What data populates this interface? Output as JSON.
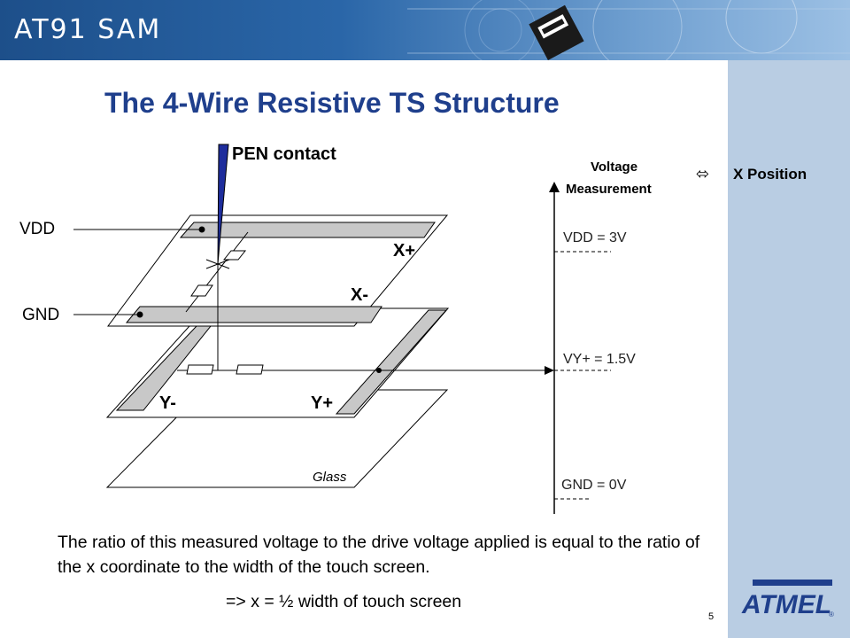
{
  "header": {
    "brand": "AT91 SAM"
  },
  "slide": {
    "title": "The 4-Wire Resistive TS Structure",
    "page_number": "5",
    "logo_text": "ATMEL"
  },
  "diagram": {
    "pen_label": "PEN contact",
    "vdd_label": "VDD",
    "gnd_label": "GND",
    "xplus": "X+",
    "xminus": "X-",
    "yminus": "Y-",
    "yplus": "Y+",
    "glass": "Glass",
    "voltage_title_1": "Voltage",
    "voltage_title_2": "Measurement",
    "arrow_symbol": "⬄",
    "position_label": "X Position",
    "vdd_level": "VDD = 3V",
    "vy_level": "VY+ = 1.5V",
    "gnd_level": "GND = 0V"
  },
  "text": {
    "paragraph": "The ratio of this measured voltage to the drive voltage applied is equal to the ratio of the x coordinate to the width of the touch screen.",
    "formula": "=> x = ½ width of touch screen"
  }
}
